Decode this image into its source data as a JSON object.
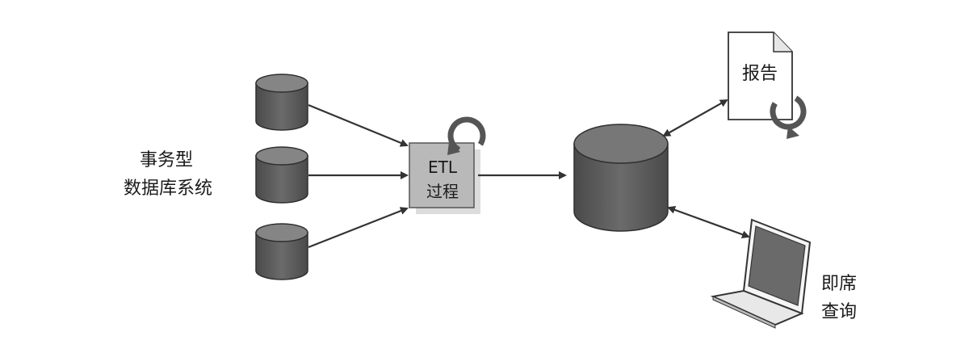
{
  "labels": {
    "source_line1": "事务型",
    "source_line2": "数据库系统",
    "etl_line1": "ETL",
    "etl_line2": "过程",
    "report": "报告",
    "adhoc_line1": "即席",
    "adhoc_line2": "查询"
  },
  "colors": {
    "cylinder": "#5a5a5a",
    "cylinder_top": "#7a7a7a",
    "etl_box": "#b8b8b8",
    "arrow": "#333333",
    "document": "#ffffff",
    "laptop_screen": "#6a6a6a"
  },
  "icons": {
    "refresh_etl": "refresh-icon",
    "refresh_report": "refresh-icon"
  }
}
